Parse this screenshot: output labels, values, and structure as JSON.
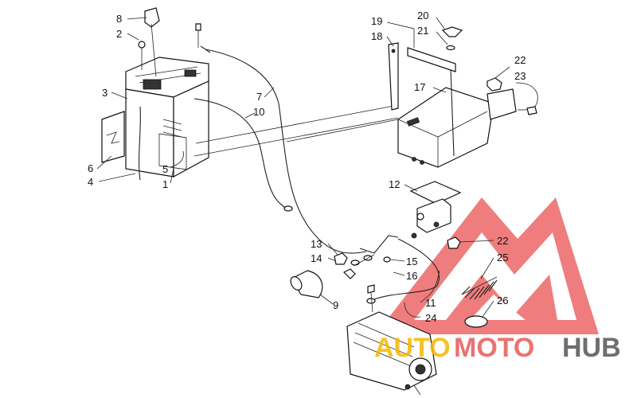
{
  "callouts": [
    {
      "id": "c8",
      "label": "8"
    },
    {
      "id": "c2",
      "label": "2"
    },
    {
      "id": "c3",
      "label": "3"
    },
    {
      "id": "c6",
      "label": "6"
    },
    {
      "id": "c4",
      "label": "4"
    },
    {
      "id": "c5",
      "label": "5"
    },
    {
      "id": "c1",
      "label": "1"
    },
    {
      "id": "c7",
      "label": "7"
    },
    {
      "id": "c10",
      "label": "10"
    },
    {
      "id": "c19",
      "label": "19"
    },
    {
      "id": "c18",
      "label": "18"
    },
    {
      "id": "c20",
      "label": "20"
    },
    {
      "id": "c21",
      "label": "21"
    },
    {
      "id": "c17",
      "label": "17"
    },
    {
      "id": "c22a",
      "label": "22"
    },
    {
      "id": "c23",
      "label": "23"
    },
    {
      "id": "c12",
      "label": "12"
    },
    {
      "id": "c13",
      "label": "13"
    },
    {
      "id": "c14",
      "label": "14"
    },
    {
      "id": "c15",
      "label": "15"
    },
    {
      "id": "c16",
      "label": "16"
    },
    {
      "id": "c22b",
      "label": "22"
    },
    {
      "id": "c25",
      "label": "25"
    },
    {
      "id": "c9",
      "label": "9"
    },
    {
      "id": "c11",
      "label": "11"
    },
    {
      "id": "c24",
      "label": "24"
    },
    {
      "id": "c26",
      "label": "26"
    }
  ],
  "watermark": {
    "part1": "AUTO",
    "part2": "MOTO",
    "part3": "HUB",
    "color1": "#f5b800",
    "color2": "#e85a5a",
    "color3": "#555555",
    "triangle_color": "#e84848"
  }
}
